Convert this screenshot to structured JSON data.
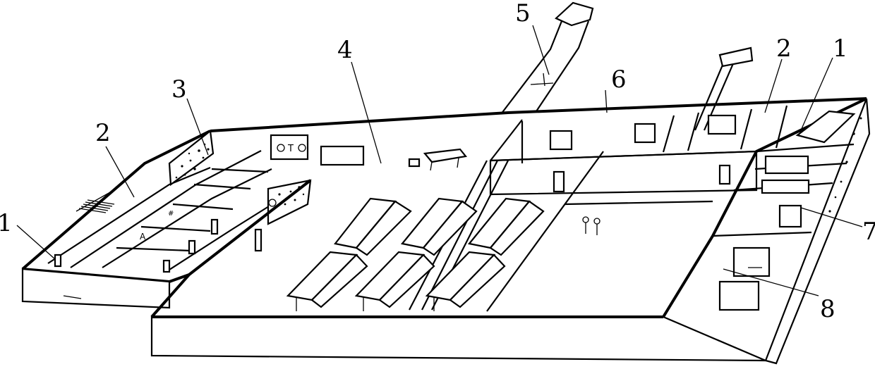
{
  "callouts": [
    {
      "id": "left-1",
      "text": "1"
    },
    {
      "id": "left-2",
      "text": "2"
    },
    {
      "id": "left-3",
      "text": "3"
    },
    {
      "id": "center-4",
      "text": "4"
    },
    {
      "id": "top-5",
      "text": "5"
    },
    {
      "id": "top-6",
      "text": "6"
    },
    {
      "id": "right-2",
      "text": "2"
    },
    {
      "id": "right-1",
      "text": "1"
    },
    {
      "id": "right-7",
      "text": "7"
    },
    {
      "id": "right-8",
      "text": "8"
    }
  ],
  "colors": {
    "ink": "#000000",
    "paper": "#ffffff"
  }
}
